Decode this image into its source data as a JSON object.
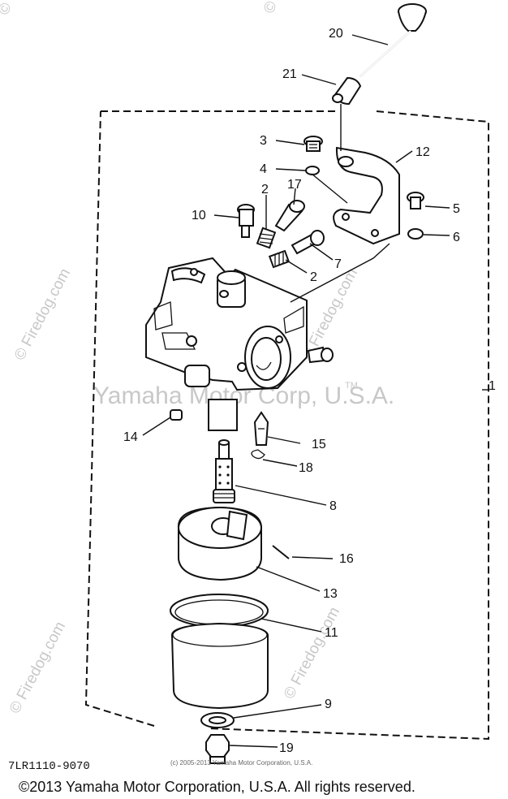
{
  "watermark": {
    "center": "Yamaha Motor Corp, U.S.A.",
    "tm": "TM",
    "side_left": "© Firedog.com",
    "side_lower_left": "© Firedog.com",
    "side_lower_right": "© Firedog.com",
    "mid_right": "© Firedog.com"
  },
  "drawing_code": "7LR1110-9070",
  "small_copyright": "(c) 2005-2013 Yamaha Motor Corporation, U.S.A.",
  "footer_copyright": "©2013 Yamaha Motor Corporation, U.S.A. All rights reserved.",
  "callouts": {
    "c1": "1",
    "c2a": "2",
    "c2b": "2",
    "c3": "3",
    "c4": "4",
    "c5": "5",
    "c6": "6",
    "c7": "7",
    "c8": "8",
    "c9": "9",
    "c10": "10",
    "c11": "11",
    "c12": "12",
    "c13": "13",
    "c14": "14",
    "c15": "15",
    "c16": "16",
    "c17": "17",
    "c18": "18",
    "c19": "19",
    "c20": "20",
    "c21": "21"
  }
}
